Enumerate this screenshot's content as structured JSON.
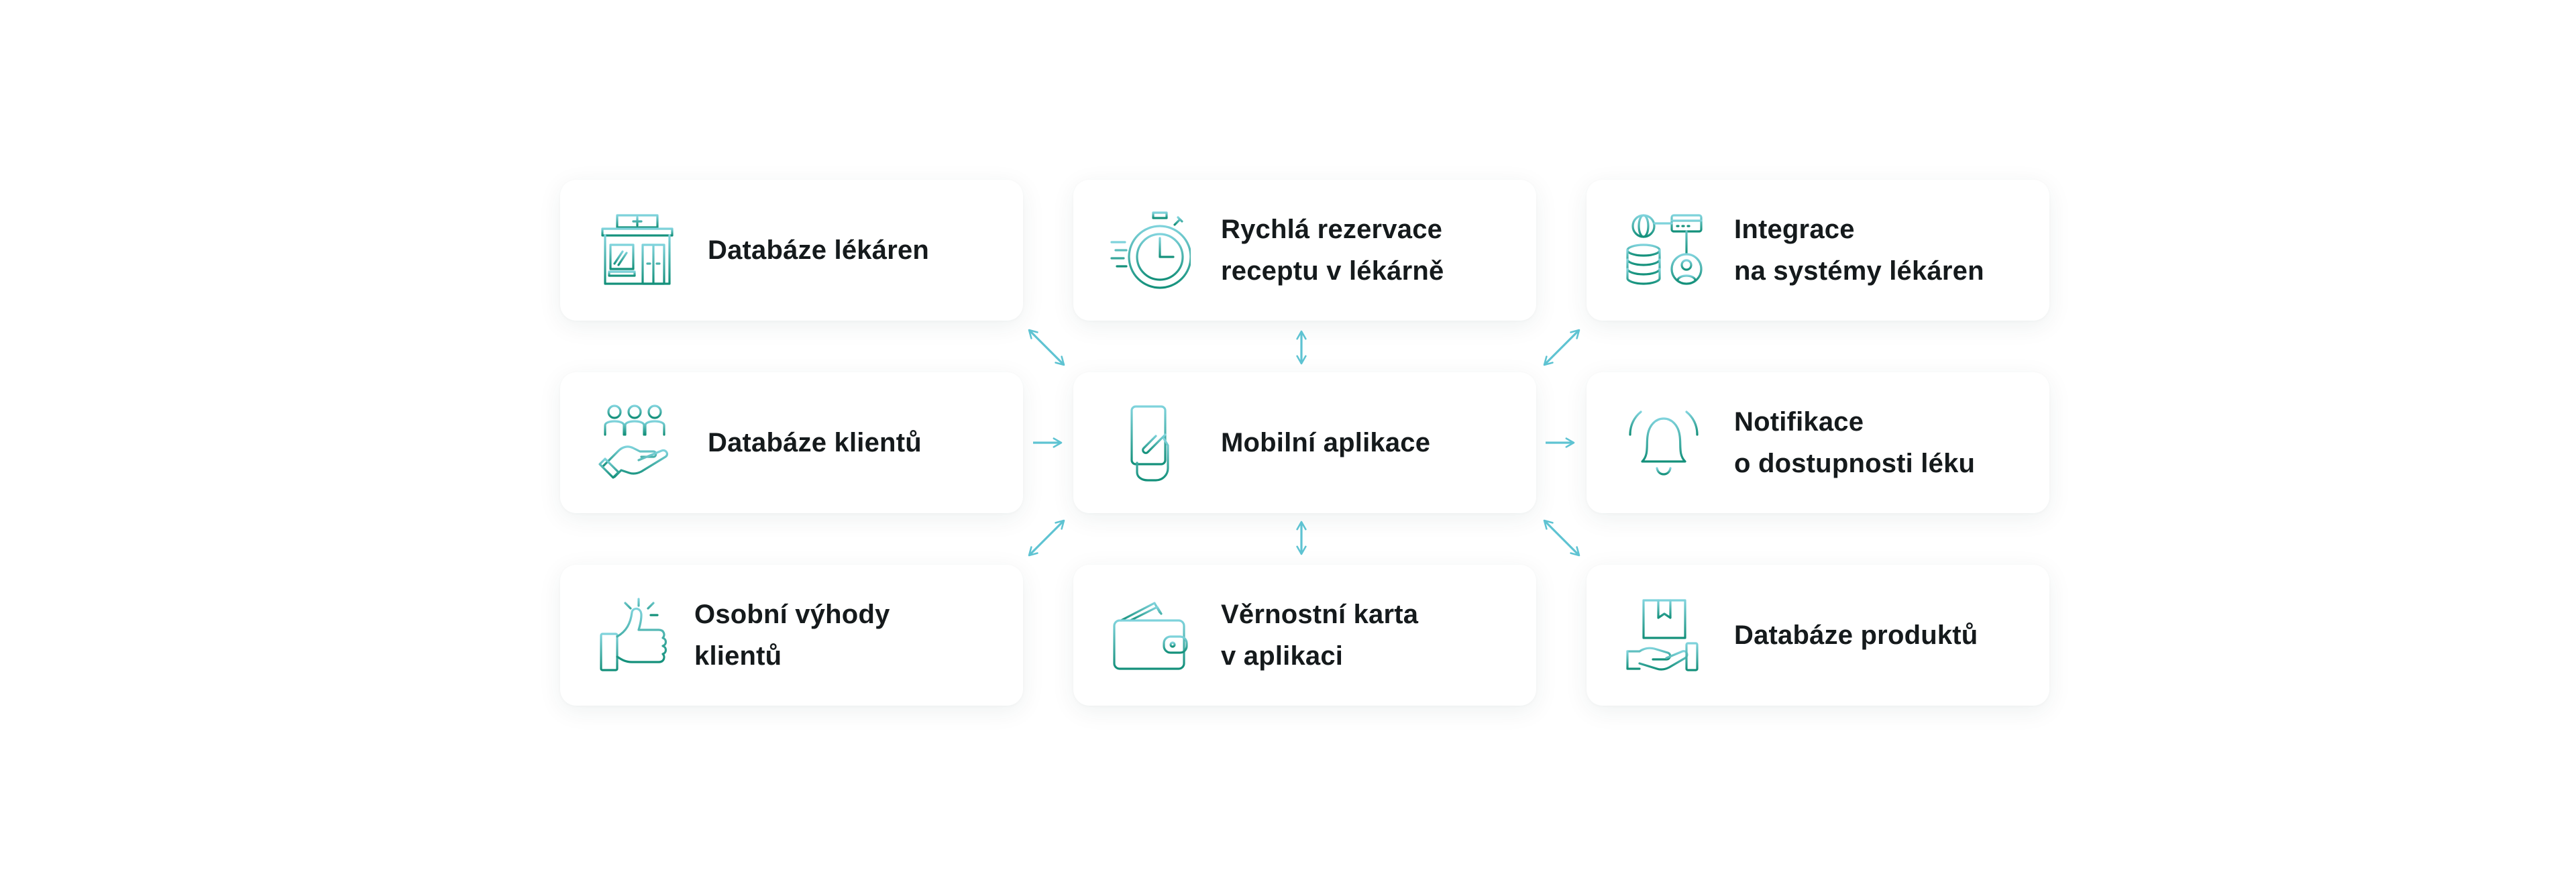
{
  "colors": {
    "icon_stroke_start": "#7fd3dc",
    "icon_stroke_end": "#13907a",
    "arrow": "#5ec3d2",
    "text": "#151a1c",
    "card_background": "#ffffff"
  },
  "cards": {
    "pharmacy_database": {
      "line1": "Databáze lékáren",
      "line2": "",
      "icon": "pharmacy-building-icon"
    },
    "quick_reservation": {
      "line1": "Rychlá rezervace",
      "line2": "receptu v lékárně",
      "icon": "stopwatch-icon"
    },
    "integration": {
      "line1": "Integrace",
      "line2": "na systémy lékáren",
      "icon": "database-network-icon"
    },
    "client_database": {
      "line1": "Databáze klientů",
      "line2": "",
      "icon": "people-hand-icon"
    },
    "mobile_app": {
      "line1": "Mobilní aplikace",
      "line2": "",
      "icon": "smartphone-hand-icon"
    },
    "notification": {
      "line1": "Notifikace",
      "line2": "o dostupnosti léku",
      "icon": "bell-icon"
    },
    "personal_benefits": {
      "line1": "Osobní výhody",
      "line2": "klientů",
      "icon": "thumbs-up-icon"
    },
    "loyalty_card": {
      "line1": "Věrnostní karta",
      "line2": "v aplikaci",
      "icon": "wallet-icon"
    },
    "product_database": {
      "line1": "Databáze produktů",
      "line2": "",
      "icon": "box-hand-icon"
    }
  },
  "connections": [
    {
      "from": "pharmacy_database",
      "to": "mobile_app",
      "style": "bidirectional"
    },
    {
      "from": "quick_reservation",
      "to": "mobile_app",
      "style": "bidirectional"
    },
    {
      "from": "integration",
      "to": "mobile_app",
      "style": "bidirectional"
    },
    {
      "from": "client_database",
      "to": "mobile_app",
      "style": "one-way"
    },
    {
      "from": "mobile_app",
      "to": "notification",
      "style": "one-way"
    },
    {
      "from": "personal_benefits",
      "to": "mobile_app",
      "style": "bidirectional"
    },
    {
      "from": "loyalty_card",
      "to": "mobile_app",
      "style": "bidirectional"
    },
    {
      "from": "product_database",
      "to": "mobile_app",
      "style": "bidirectional"
    }
  ]
}
